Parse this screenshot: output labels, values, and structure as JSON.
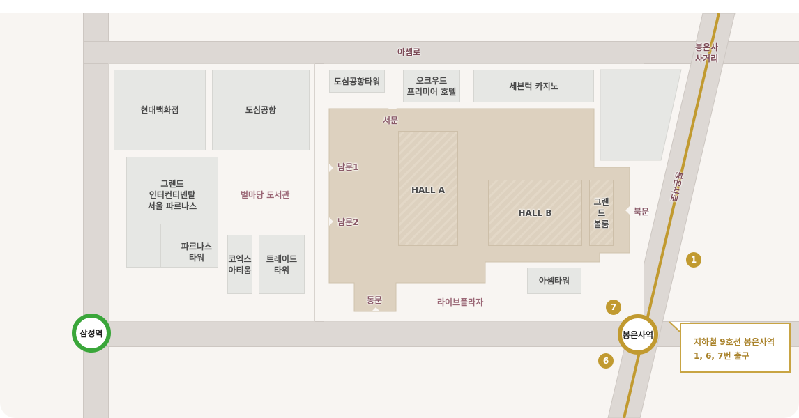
{
  "map": {
    "roads": {
      "top_road": "아셈로",
      "diagonal_road": "봉은사로",
      "intersection": "봉은사\n사거리"
    },
    "buildings": {
      "hyundai": "현대백화점",
      "dosim_airport": "도심공항",
      "intercontinental": "그랜드\n인터컨티넨탈\n서울 파르나스",
      "parnas_tower": "파르나스\n타워",
      "coex_artium": "코엑스\n아티움",
      "trade_tower": "트레이드\n타워",
      "dosim_airport_tower": "도심공항타워",
      "oakwood": "오크우드\n프리미어 호텔",
      "seven_luck": "세븐럭 카지노",
      "asem_tower": "아셈타워"
    },
    "places": {
      "starfield_library": "별마당 도서관",
      "live_plaza": "라이브플라자"
    },
    "halls": {
      "hall_a": "HALL A",
      "hall_b": "HALL B",
      "grand_ballroom": "그랜드\n볼룸"
    },
    "gates": {
      "west": "서문",
      "south1": "남문1",
      "south2": "남문2",
      "east": "동문",
      "north": "북문"
    },
    "stations": {
      "samseong": {
        "name": "삼성역",
        "line_color": "#3aa63a"
      },
      "bongeunsa": {
        "name": "봉은사역",
        "line_color": "#c19a30"
      }
    },
    "exits": [
      "1",
      "7",
      "6"
    ],
    "callout": {
      "line1": "지하철 9호선 봉은사역",
      "line2": "1, 6, 7번 출구"
    },
    "colors": {
      "background": "#f8f5f2",
      "road": "#ddd8d4",
      "building": "#e6e7e4",
      "coex": "#ddd1bf",
      "line9": "#c19a30",
      "line2": "#3aa63a",
      "label": "#9a6675"
    }
  }
}
